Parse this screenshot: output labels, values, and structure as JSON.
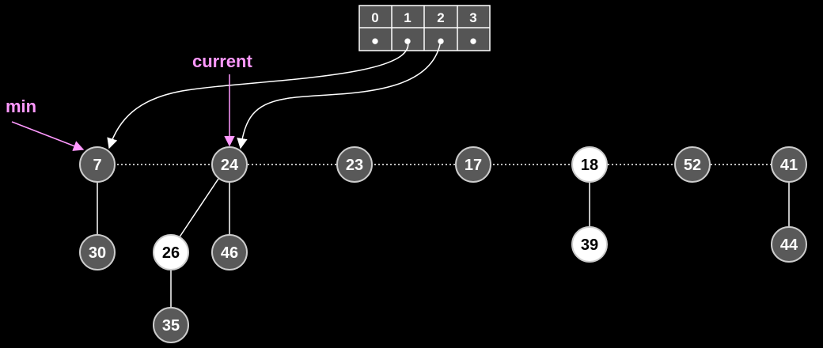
{
  "colors": {
    "background": "#000000",
    "node_dark_fill": "#595959",
    "node_light_fill": "#ffffff",
    "node_stroke": "#cccccc",
    "pointer_label": "#ff99ff",
    "edge": "#ffffff",
    "array_fill": "#555555"
  },
  "pointers": [
    {
      "id": "min",
      "label": "min"
    },
    {
      "id": "current",
      "label": "current"
    }
  ],
  "array": {
    "indices": [
      "0",
      "1",
      "2",
      "3"
    ],
    "slot_symbols": [
      "●",
      "●",
      "●",
      "●"
    ]
  },
  "root_list": [
    {
      "id": "n7",
      "label": "7",
      "style": "dark"
    },
    {
      "id": "n24",
      "label": "24",
      "style": "dark"
    },
    {
      "id": "n23",
      "label": "23",
      "style": "dark"
    },
    {
      "id": "n17",
      "label": "17",
      "style": "dark"
    },
    {
      "id": "n18",
      "label": "18",
      "style": "light"
    },
    {
      "id": "n52",
      "label": "52",
      "style": "dark"
    },
    {
      "id": "n41",
      "label": "41",
      "style": "dark"
    }
  ],
  "children": [
    {
      "id": "n30",
      "label": "30",
      "style": "dark",
      "parent": "n7"
    },
    {
      "id": "n26",
      "label": "26",
      "style": "light",
      "parent": "n24"
    },
    {
      "id": "n46",
      "label": "46",
      "style": "dark",
      "parent": "n24"
    },
    {
      "id": "n35",
      "label": "35",
      "style": "dark",
      "parent": "n26"
    },
    {
      "id": "n39",
      "label": "39",
      "style": "light",
      "parent": "n18"
    },
    {
      "id": "n44",
      "label": "44",
      "style": "dark",
      "parent": "n41"
    }
  ],
  "array_links": [
    {
      "from_index": "1",
      "to": "n7"
    },
    {
      "from_index": "2",
      "to": "n24"
    }
  ],
  "pointer_links": [
    {
      "pointer": "min",
      "to": "n7"
    },
    {
      "pointer": "current",
      "to": "n24"
    }
  ]
}
